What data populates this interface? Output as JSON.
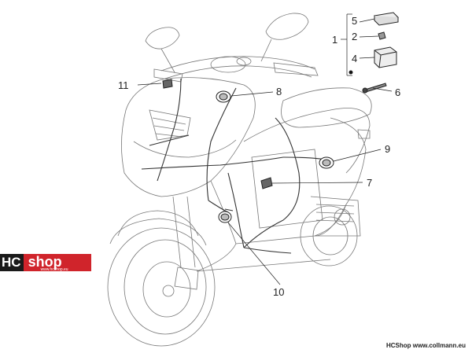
{
  "callouts": {
    "c1": "1",
    "c2": "2",
    "c4": "4",
    "c5": "5",
    "c6": "6",
    "c7": "7",
    "c8": "8",
    "c9": "9",
    "c10": "10",
    "c11": "11"
  },
  "logo": {
    "hc": "HC",
    "shop": "shop",
    "sub": "www.hcshop.eu"
  },
  "footer": {
    "credit": "HCShop www.collmann.eu"
  }
}
